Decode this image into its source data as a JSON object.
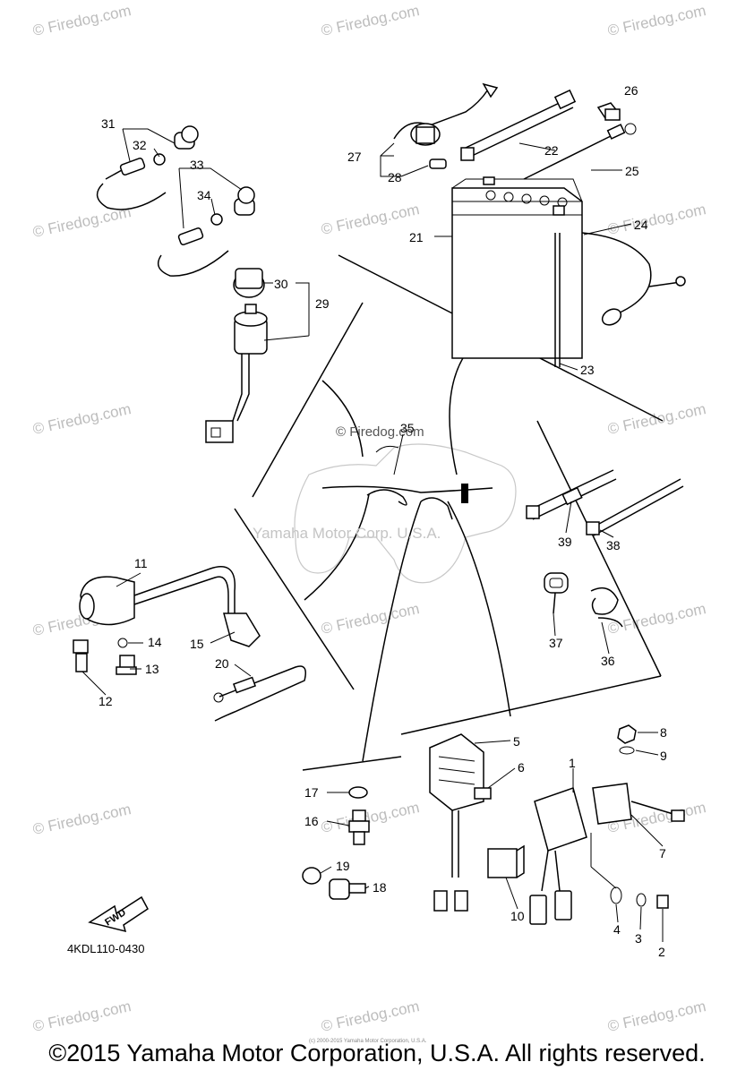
{
  "watermark_text": "© Firedog.com",
  "center_watermark": "© Firedog.com",
  "center_caption": "Yamaha Motor Corp. U.S.A.",
  "diagram_code": "4KDL110-0430",
  "fwd_label": "FWD",
  "footer_text": "©2015 Yamaha Motor Corporation, U.S.A. All rights reserved.",
  "fine_print": "(c) 2000-2015 Yamaha Motor Corporation, U.S.A.",
  "parts": {
    "p1": "1",
    "p2": "2",
    "p3": "3",
    "p4": "4",
    "p5": "5",
    "p6": "6",
    "p7": "7",
    "p8": "8",
    "p9": "9",
    "p10": "10",
    "p11": "11",
    "p12": "12",
    "p13": "13",
    "p14": "14",
    "p15": "15",
    "p16": "16",
    "p17": "17",
    "p18": "18",
    "p19": "19",
    "p20": "20",
    "p21": "21",
    "p22": "22",
    "p23": "23",
    "p24": "24",
    "p25": "25",
    "p26": "26",
    "p27": "27",
    "p28": "28",
    "p29": "29",
    "p30": "30",
    "p31": "31",
    "p32": "32",
    "p33": "33",
    "p34": "34",
    "p35": "35",
    "p36": "36",
    "p37": "37",
    "p38": "38",
    "p39": "39"
  }
}
